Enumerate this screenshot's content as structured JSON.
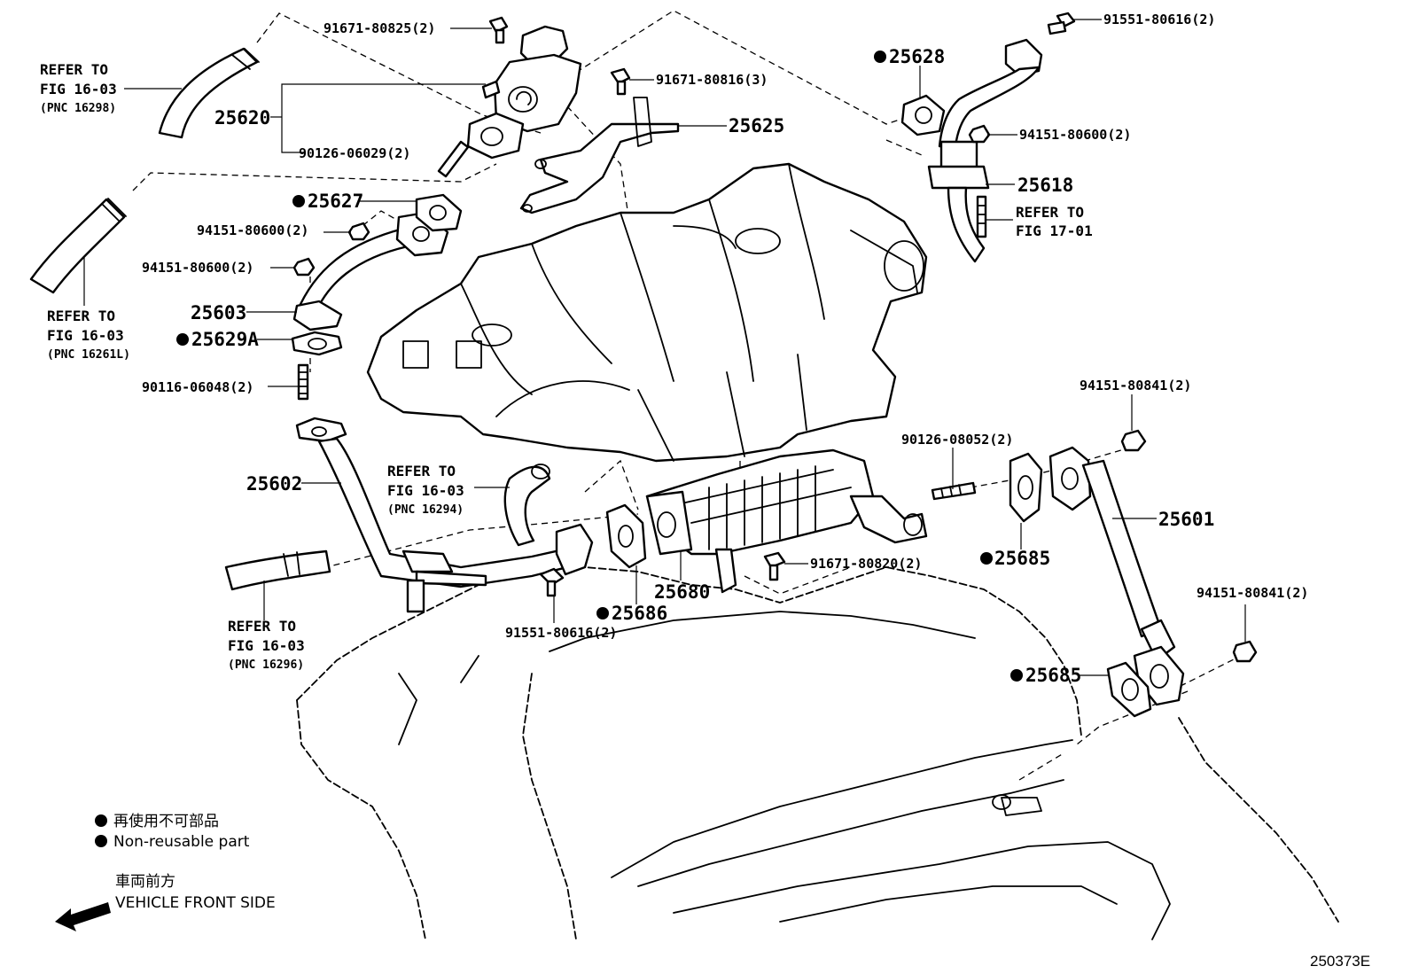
{
  "parts": {
    "p91671_80825": "91671-80825(2)",
    "p91551_80616_top": "91551-80616(2)",
    "p91671_80816": "91671-80816(3)",
    "p25628": "25628",
    "p25620": "25620",
    "p25625": "25625",
    "p90126_06029": "90126-06029(2)",
    "p94151_80600_right": "94151-80600(2)",
    "p25618": "25618",
    "p25627": "25627",
    "p94151_80600_a": "94151-80600(2)",
    "p94151_80600_b": "94151-80600(2)",
    "p25603": "25603",
    "p25629A": "25629A",
    "p90116_06048": "90116-06048(2)",
    "p94151_80841_top": "94151-80841(2)",
    "p90126_08052": "90126-08052(2)",
    "p25602": "25602",
    "p25601": "25601",
    "p25685_a": "25685",
    "p91671_80820": "91671-80820(2)",
    "p25680": "25680",
    "p25686": "25686",
    "p91551_80616_bottom": "91551-80616(2)",
    "p94151_80841_right": "94151-80841(2)",
    "p25685_b": "25685"
  },
  "refs": {
    "ref1": {
      "l1": "REFER TO",
      "l2": "FIG 16-03",
      "l3": "(PNC 16298)"
    },
    "ref2": {
      "l1": "REFER TO",
      "l2": "FIG 17-01"
    },
    "ref3": {
      "l1": "REFER TO",
      "l2": "FIG 16-03",
      "l3": "(PNC 16261L)"
    },
    "ref4": {
      "l1": "REFER TO",
      "l2": "FIG 16-03",
      "l3": "(PNC 16294)"
    },
    "ref5": {
      "l1": "REFER TO",
      "l2": "FIG 16-03",
      "l3": "(PNC 16296)"
    }
  },
  "legend": {
    "nonreusable_jp": "再使用不可部品",
    "nonreusable_en": "Non-reusable part",
    "front_jp": "車両前方",
    "front_en": "VEHICLE FRONT SIDE"
  },
  "figure_code": "250373E"
}
